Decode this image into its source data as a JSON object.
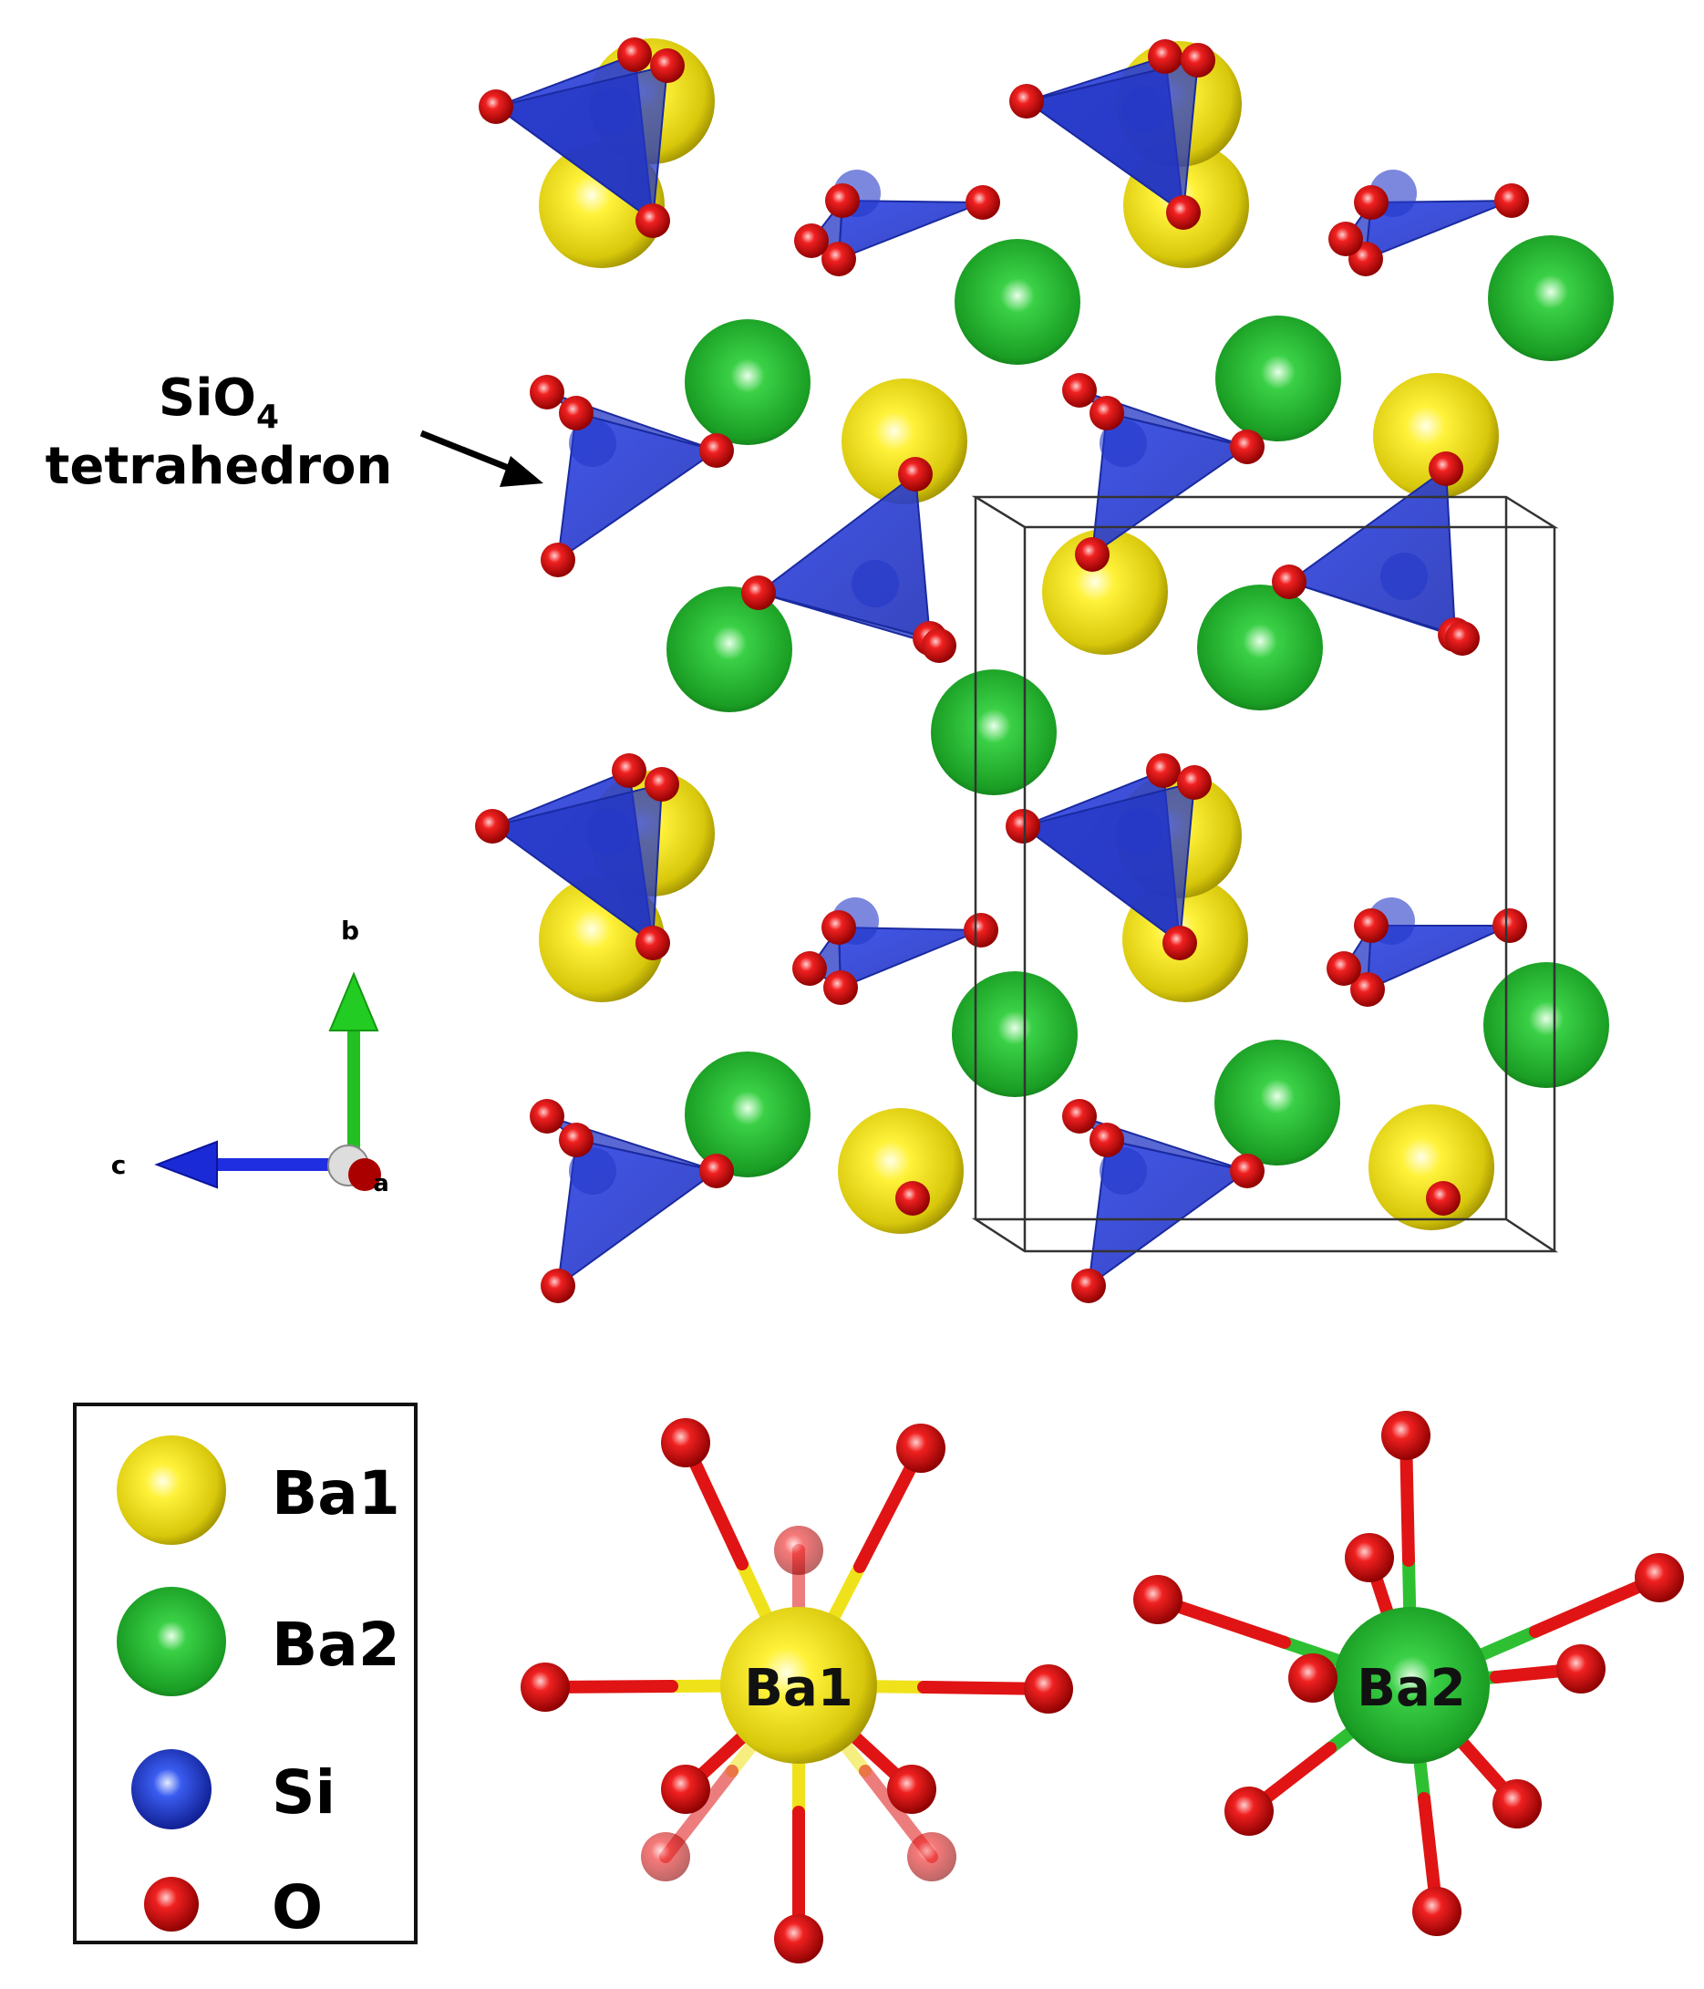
{
  "annotation": {
    "label_line1_base": "SiO",
    "label_line1_sub": "4",
    "label_line2": "tetrahedron"
  },
  "axes": {
    "b": "b",
    "c": "c",
    "a": "a"
  },
  "legend": [
    {
      "label": "Ba1",
      "atom": "ba1"
    },
    {
      "label": "Ba2",
      "atom": "ba2"
    },
    {
      "label": "Si",
      "atom": "si"
    },
    {
      "label": "O",
      "atom": "o"
    }
  ],
  "coordination": {
    "ba1_label": "Ba1",
    "ba2_label": "Ba2"
  },
  "colors": {
    "ba1": "#e6d81a",
    "ba2": "#1fae2a",
    "si": "#2a3ee0",
    "o": "#e01414",
    "tetra": "#2c3fd6",
    "cell": "#333333"
  }
}
